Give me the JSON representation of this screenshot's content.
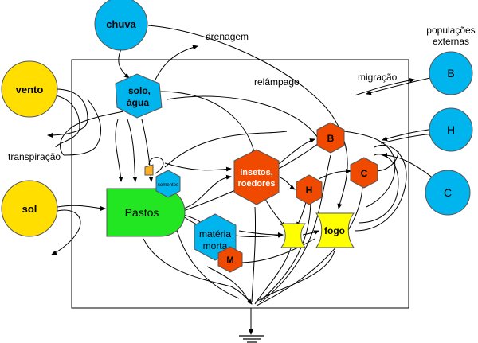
{
  "sources": {
    "chuva": "chuva",
    "vento": "vento",
    "sol": "sol"
  },
  "external_pops": {
    "title_line1": "populações",
    "title_line2": "externas",
    "b": "B",
    "h": "H",
    "c": "C"
  },
  "flows": {
    "drenagem": "drenagem",
    "relampago": "relâmpago",
    "migracao": "migração",
    "transpiracao": "transpiração"
  },
  "nodes": {
    "solo_line1": "solo,",
    "solo_line2": "água",
    "pastos": "Pastos",
    "sementes": "sementes",
    "insetos_line1": "insetos,",
    "insetos_line2": "roedores",
    "materia_line1": "matéria",
    "materia_line2": "morta",
    "b": "B",
    "c": "C",
    "h": "H",
    "m": "M",
    "fogo": "fogo"
  },
  "colors": {
    "sun_yellow": "#ffde00",
    "water_blue": "#00b4ee",
    "producer_green": "#22e622",
    "consumer_orange": "#f04a00",
    "fire_yellow": "#ffff00"
  }
}
